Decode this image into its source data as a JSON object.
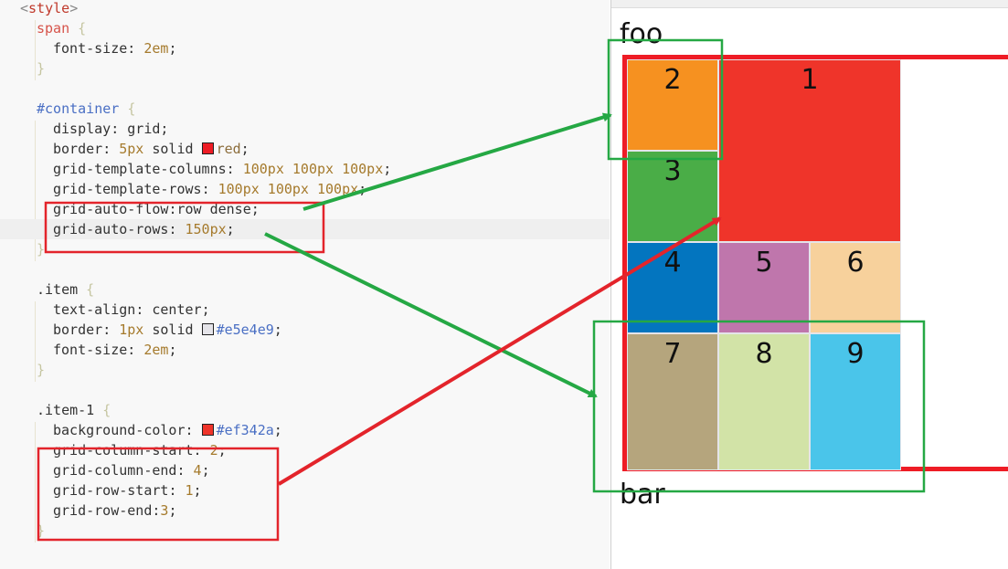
{
  "editor": {
    "lines": [
      {
        "indent": "",
        "tokens": [
          {
            "t": "<",
            "c": "tok-punc"
          },
          {
            "t": "style",
            "c": "tok-tag"
          },
          {
            "t": ">",
            "c": "tok-punc"
          }
        ]
      },
      {
        "indent": "  ",
        "tokens": [
          {
            "t": "span",
            "c": "tok-sel"
          },
          {
            "t": " {",
            "c": "tok-brace"
          }
        ]
      },
      {
        "indent": "    ",
        "tokens": [
          {
            "t": "font-size",
            "c": "tok-prop"
          },
          {
            "t": ": ",
            "c": "tok-prop"
          },
          {
            "t": "2em",
            "c": "tok-num"
          },
          {
            "t": ";",
            "c": "tok-prop"
          }
        ]
      },
      {
        "indent": "  ",
        "tokens": [
          {
            "t": "}",
            "c": "tok-brace"
          }
        ]
      },
      {
        "indent": "",
        "tokens": []
      },
      {
        "indent": "  ",
        "tokens": [
          {
            "t": "#container",
            "c": "tok-id"
          },
          {
            "t": " {",
            "c": "tok-brace"
          }
        ]
      },
      {
        "indent": "    ",
        "tokens": [
          {
            "t": "display",
            "c": "tok-prop"
          },
          {
            "t": ": ",
            "c": "tok-prop"
          },
          {
            "t": "grid",
            "c": "tok-prop"
          },
          {
            "t": ";",
            "c": "tok-prop"
          }
        ]
      },
      {
        "indent": "    ",
        "tokens": [
          {
            "t": "border",
            "c": "tok-prop"
          },
          {
            "t": ": ",
            "c": "tok-prop"
          },
          {
            "t": "5px",
            "c": "tok-num"
          },
          {
            "t": " solid ",
            "c": "tok-prop"
          },
          {
            "swatch": "#ee1c25"
          },
          {
            "t": "red",
            "c": "tok-val"
          },
          {
            "t": ";",
            "c": "tok-prop"
          }
        ]
      },
      {
        "indent": "    ",
        "tokens": [
          {
            "t": "grid-template-columns",
            "c": "tok-prop"
          },
          {
            "t": ": ",
            "c": "tok-prop"
          },
          {
            "t": "100px 100px 100px",
            "c": "tok-num"
          },
          {
            "t": ";",
            "c": "tok-prop"
          }
        ]
      },
      {
        "indent": "    ",
        "tokens": [
          {
            "t": "grid-template-rows",
            "c": "tok-prop"
          },
          {
            "t": ": ",
            "c": "tok-prop"
          },
          {
            "t": "100px 100px 100px",
            "c": "tok-num"
          },
          {
            "t": ";",
            "c": "tok-prop"
          }
        ]
      },
      {
        "indent": "    ",
        "tokens": [
          {
            "t": "grid-auto-flow",
            "c": "tok-prop"
          },
          {
            "t": ":",
            "c": "tok-prop"
          },
          {
            "t": "row dense",
            "c": "tok-prop"
          },
          {
            "t": ";",
            "c": "tok-prop"
          }
        ]
      },
      {
        "indent": "    ",
        "current": true,
        "tokens": [
          {
            "t": "grid-auto-rows",
            "c": "tok-prop"
          },
          {
            "t": ": ",
            "c": "tok-prop"
          },
          {
            "t": "150px",
            "c": "tok-num"
          },
          {
            "t": ";",
            "c": "tok-prop"
          }
        ]
      },
      {
        "indent": "  ",
        "tokens": [
          {
            "t": "}",
            "c": "tok-brace"
          }
        ]
      },
      {
        "indent": "",
        "tokens": []
      },
      {
        "indent": "  ",
        "tokens": [
          {
            "t": ".item",
            "c": "tok-prop"
          },
          {
            "t": " {",
            "c": "tok-brace"
          }
        ]
      },
      {
        "indent": "    ",
        "tokens": [
          {
            "t": "text-align",
            "c": "tok-prop"
          },
          {
            "t": ": ",
            "c": "tok-prop"
          },
          {
            "t": "center",
            "c": "tok-prop"
          },
          {
            "t": ";",
            "c": "tok-prop"
          }
        ]
      },
      {
        "indent": "    ",
        "tokens": [
          {
            "t": "border",
            "c": "tok-prop"
          },
          {
            "t": ": ",
            "c": "tok-prop"
          },
          {
            "t": "1px",
            "c": "tok-num"
          },
          {
            "t": " solid ",
            "c": "tok-prop"
          },
          {
            "swatch": "#e5e4e9"
          },
          {
            "t": "#e5e4e9",
            "c": "tok-id"
          },
          {
            "t": ";",
            "c": "tok-prop"
          }
        ]
      },
      {
        "indent": "    ",
        "tokens": [
          {
            "t": "font-size",
            "c": "tok-prop"
          },
          {
            "t": ": ",
            "c": "tok-prop"
          },
          {
            "t": "2em",
            "c": "tok-num"
          },
          {
            "t": ";",
            "c": "tok-prop"
          }
        ]
      },
      {
        "indent": "  ",
        "tokens": [
          {
            "t": "}",
            "c": "tok-brace"
          }
        ]
      },
      {
        "indent": "",
        "tokens": []
      },
      {
        "indent": "  ",
        "tokens": [
          {
            "t": ".item-1",
            "c": "tok-prop"
          },
          {
            "t": " {",
            "c": "tok-brace"
          }
        ]
      },
      {
        "indent": "    ",
        "tokens": [
          {
            "t": "background-color",
            "c": "tok-prop"
          },
          {
            "t": ": ",
            "c": "tok-prop"
          },
          {
            "swatch": "#ef342a"
          },
          {
            "t": "#ef342a",
            "c": "tok-id"
          },
          {
            "t": ";",
            "c": "tok-prop"
          }
        ]
      },
      {
        "indent": "    ",
        "tokens": [
          {
            "t": "grid-column-start",
            "c": "tok-prop"
          },
          {
            "t": ": ",
            "c": "tok-prop"
          },
          {
            "t": "2",
            "c": "tok-num"
          },
          {
            "t": ";",
            "c": "tok-prop"
          }
        ]
      },
      {
        "indent": "    ",
        "tokens": [
          {
            "t": "grid-column-end",
            "c": "tok-prop"
          },
          {
            "t": ": ",
            "c": "tok-prop"
          },
          {
            "t": "4",
            "c": "tok-num"
          },
          {
            "t": ";",
            "c": "tok-prop"
          }
        ]
      },
      {
        "indent": "    ",
        "tokens": [
          {
            "t": "grid-row-start",
            "c": "tok-prop"
          },
          {
            "t": ": ",
            "c": "tok-prop"
          },
          {
            "t": "1",
            "c": "tok-num"
          },
          {
            "t": ";",
            "c": "tok-prop"
          }
        ]
      },
      {
        "indent": "    ",
        "tokens": [
          {
            "t": "grid-row-end",
            "c": "tok-prop"
          },
          {
            "t": ":",
            "c": "tok-prop"
          },
          {
            "t": "3",
            "c": "tok-num"
          },
          {
            "t": ";",
            "c": "tok-prop"
          }
        ]
      },
      {
        "indent": "  ",
        "tokens": [
          {
            "t": "}",
            "c": "tok-brace"
          }
        ]
      }
    ]
  },
  "preview": {
    "before_text": "foo",
    "after_text": "bar",
    "items": [
      {
        "label": "1",
        "color": "#ef342a"
      },
      {
        "label": "2",
        "color": "#f69120"
      },
      {
        "label": "3",
        "color": "#4aad47"
      },
      {
        "label": "4",
        "color": "#0375bf"
      },
      {
        "label": "5",
        "color": "#bf76ac"
      },
      {
        "label": "6",
        "color": "#f7d19c"
      },
      {
        "label": "7",
        "color": "#b5a57d"
      },
      {
        "label": "8",
        "color": "#d2e3a7"
      },
      {
        "label": "9",
        "color": "#4ac5ea"
      }
    ]
  },
  "colors": {
    "annotation_green": "#25a844",
    "annotation_red": "#e3242b",
    "container_border": "#ee1c25"
  }
}
